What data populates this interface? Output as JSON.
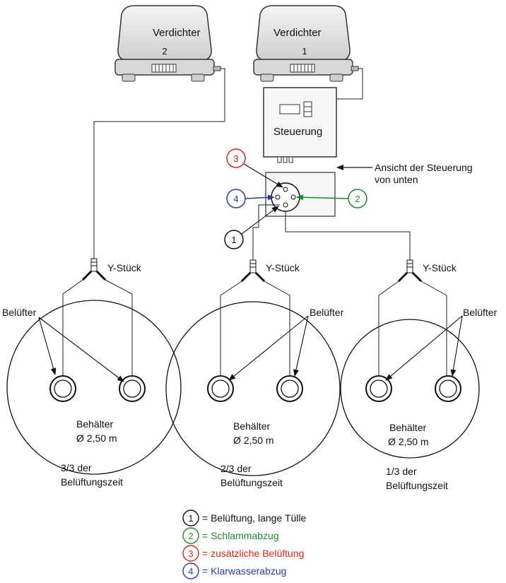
{
  "compressors": [
    {
      "label": "Verdichter",
      "number": "2"
    },
    {
      "label": "Verdichter",
      "number": "1"
    }
  ],
  "controller": {
    "label": "Steuerung"
  },
  "bottom_view_label": [
    "Ansicht der Steuerung",
    "von unten"
  ],
  "ports": {
    "p1": "1",
    "p2": "2",
    "p3": "3",
    "p4": "4"
  },
  "y_piece_label": "Y-Stück",
  "aerator_label": "Belüfter",
  "tanks": [
    {
      "label": "Behälter",
      "diameter": "Ø 2,50 m",
      "share": [
        "3/3 der",
        "Belüftungszeit"
      ]
    },
    {
      "label": "Behälter",
      "diameter": "Ø 2,50 m",
      "share": [
        "2/3 der",
        "Belüftungszeit"
      ]
    },
    {
      "label": "Behälter",
      "diameter": "Ø 2,50 m",
      "share": [
        "1/3 der",
        "Belüftungszeit"
      ]
    }
  ],
  "legend": [
    {
      "num": "1",
      "text": "= Belüftung, lange Tülle",
      "color": "#111111"
    },
    {
      "num": "2",
      "text": "= Schlammabzug",
      "color": "#1a8a2a"
    },
    {
      "num": "3",
      "text": "= zusätzliche Belüftung",
      "color": "#e2231a"
    },
    {
      "num": "4",
      "text": "= Klarwasserabzug",
      "color": "#2b3aa8"
    }
  ],
  "colors": {
    "green": "#1a8a2a",
    "red": "#e2231a",
    "blue": "#2b3aa8",
    "black": "#111111"
  }
}
